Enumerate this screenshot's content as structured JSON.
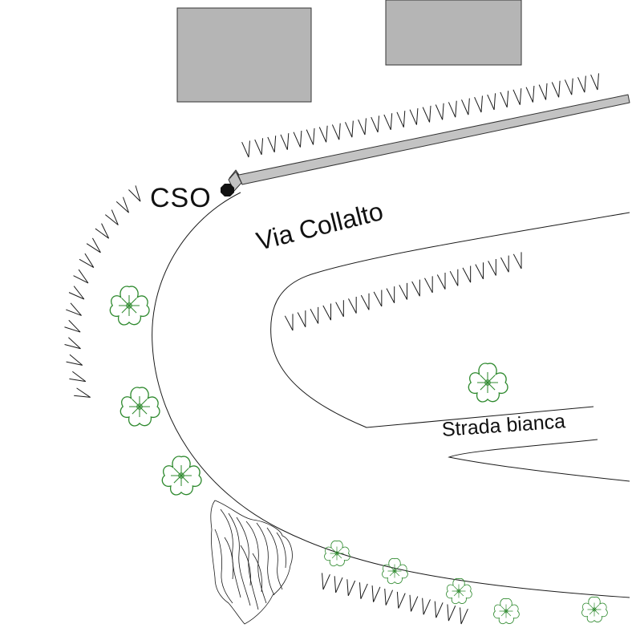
{
  "map": {
    "labels": {
      "cso": "CSO",
      "via_collalto": "Via Collalto",
      "strada_bianca": "Strada bianca"
    },
    "colors": {
      "building_fill": "#b5b5b5",
      "pipe_fill": "#c3c3c3",
      "line": "#1a1a1a",
      "tree": "#2f8a2f",
      "background": "#ffffff"
    },
    "icons": {
      "buildings": "gray-rectangle",
      "cso_marker": "black-octagon",
      "grass": "v-tick",
      "trees": "green-shrub",
      "rock": "hatched-rock-outcrop"
    }
  }
}
